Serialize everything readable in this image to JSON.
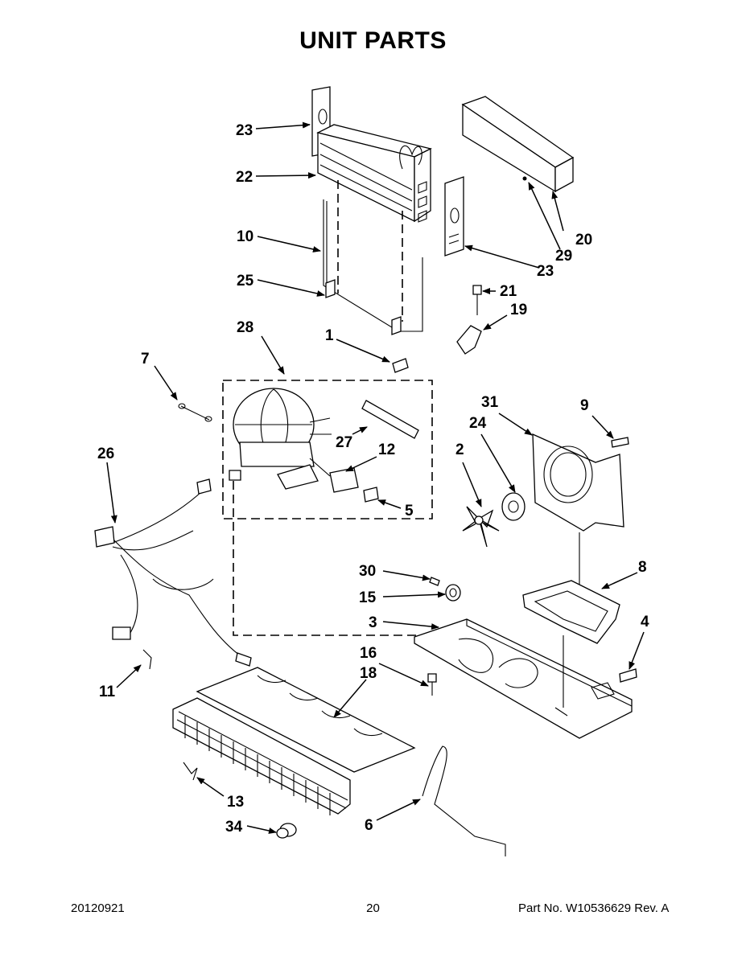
{
  "title": "UNIT  PARTS",
  "footer": {
    "date": "20120921",
    "page": "20",
    "part_no": "Part No.  W10536629  Rev.  A"
  },
  "callouts": {
    "c1": "1",
    "c2": "2",
    "c3": "3",
    "c4": "4",
    "c5": "5",
    "c6": "6",
    "c7": "7",
    "c8": "8",
    "c9": "9",
    "c10": "10",
    "c11": "11",
    "c12": "12",
    "c13": "13",
    "c15": "15",
    "c16": "16",
    "c18": "18",
    "c19": "19",
    "c20": "20",
    "c21": "21",
    "c22": "22",
    "c23a": "23",
    "c23b": "23",
    "c24": "24",
    "c25": "25",
    "c26": "26",
    "c27": "27",
    "c28": "28",
    "c29": "29",
    "c30": "30",
    "c31": "31",
    "c34": "34"
  }
}
